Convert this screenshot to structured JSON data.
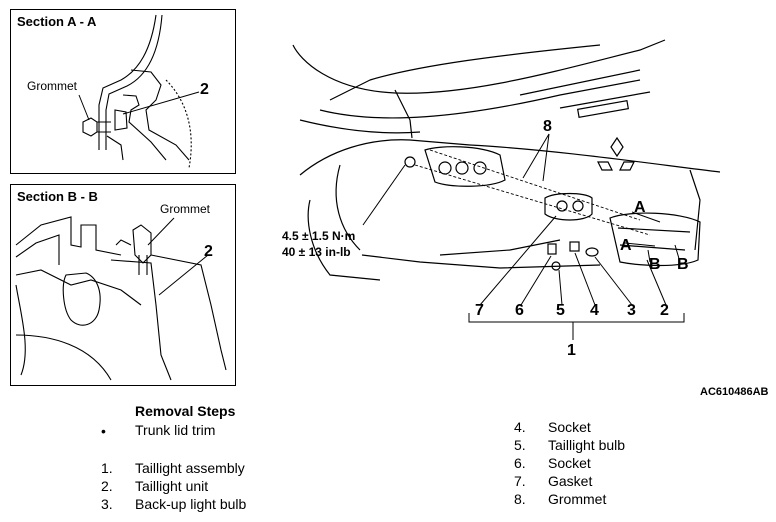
{
  "section_a": {
    "title": "Section A - A",
    "grommet_label": "Grommet",
    "callout": "2"
  },
  "section_b": {
    "title": "Section B - B",
    "grommet_label": "Grommet",
    "callout": "2"
  },
  "torque": {
    "line1": "4.5 ± 1.5 N·m",
    "line2": "40 ± 13 in-lb"
  },
  "callouts": {
    "grommet_top": "8",
    "a_top": "A",
    "a_bottom": "A",
    "b_left": "B",
    "b_right": "B",
    "bracket_numbers": [
      "7",
      "6",
      "5",
      "4",
      "3",
      "2"
    ],
    "assembly": "1"
  },
  "figure_code": "AC610486AB",
  "removal": {
    "title": "Removal Steps",
    "bullet": "•",
    "bullet_item": "Trunk lid trim",
    "steps": [
      {
        "n": "1.",
        "label": "Taillight assembly"
      },
      {
        "n": "2.",
        "label": "Taillight unit"
      },
      {
        "n": "3.",
        "label": "Back-up light bulb"
      },
      {
        "n": "4.",
        "label": "Socket"
      },
      {
        "n": "5.",
        "label": "Taillight bulb"
      },
      {
        "n": "6.",
        "label": "Socket"
      },
      {
        "n": "7.",
        "label": "Gasket"
      },
      {
        "n": "8.",
        "label": "Grommet"
      }
    ]
  }
}
